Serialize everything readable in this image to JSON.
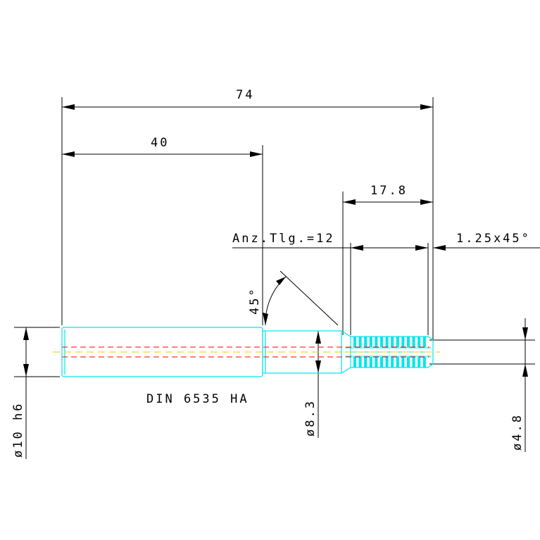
{
  "dimensions": {
    "overall_length": "74",
    "shank_length": "40",
    "thread_length": "17.8",
    "thread_count_label": "Anz.Tlg.=12",
    "chamfer": "1.25x45°",
    "angle": "45°",
    "shank_diameter": "ø10 h6",
    "neck_diameter": "ø8.3",
    "tip_diameter": "ø4.8"
  },
  "standard_label": "DIN 6535 HA",
  "colors": {
    "outline": "#00e5ee",
    "centerline": "#ff0000",
    "axis": "#e8d000",
    "dimension": "#000000"
  }
}
